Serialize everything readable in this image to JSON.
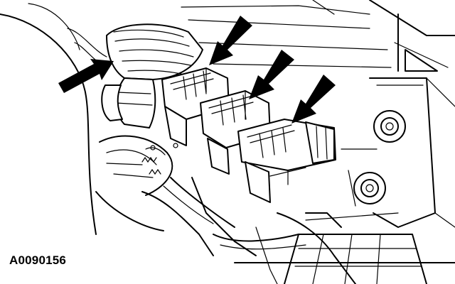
{
  "figure": {
    "caption_id": "A0090156",
    "callout_arrows": 4,
    "callout_targets": [
      "hose",
      "connector-1",
      "connector-2",
      "connector-3"
    ]
  },
  "colors": {
    "ink": "#000000",
    "paper": "#ffffff"
  }
}
